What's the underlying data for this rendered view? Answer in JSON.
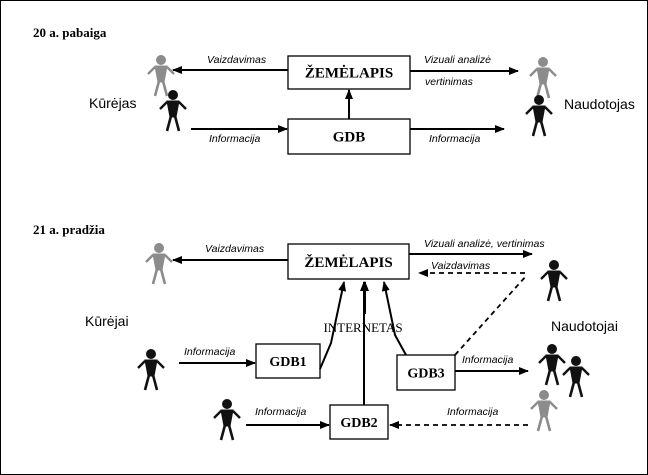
{
  "section1": {
    "heading": "20 a. pabaiga",
    "map_box": "ŽEMĖLAPIS",
    "gdb_box": "GDB",
    "creator_label": "Kūrėjas",
    "user_label": "Naudotojas",
    "arrow_vaizdavimas": "Vaizdavimas",
    "arrow_vizuali": "Vizuali analizė",
    "arrow_vertinimas": "vertinimas",
    "arrow_info_in": "Informacija",
    "arrow_info_out": "Informacija"
  },
  "section2": {
    "heading": "21 a. pradžia",
    "map_box": "ŽEMĖLAPIS",
    "internet_label": "INTERNETAS",
    "gdb1_box": "GDB1",
    "gdb2_box": "GDB2",
    "gdb3_box": "GDB3",
    "creators_label": "Kūrėjai",
    "users_label": "Naudotojai",
    "arrow_vaizdavimas_left": "Vaizdavimas",
    "arrow_vizuali_vertinimas": "Vizuali analizė, vertinimas",
    "arrow_vaizdavimas_dashed": "Vaizdavimas",
    "arrow_info_gdb1": "Informacija",
    "arrow_info_gdb2": "Informacija",
    "arrow_info_gdb3": "Informacija",
    "arrow_info_dashed": "Informacija"
  },
  "colors": {
    "figure_black": "#111111",
    "figure_gray": "#8c8c8c",
    "line": "#000000"
  }
}
